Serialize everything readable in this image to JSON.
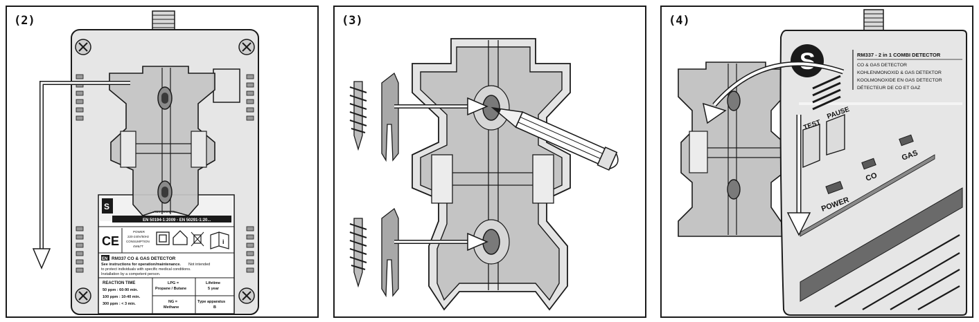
{
  "panels": [
    {
      "step": "(2)"
    },
    {
      "step": "(3)"
    },
    {
      "step": "(4)"
    }
  ],
  "label_sticker": {
    "brand_logo": "S",
    "website": "...rlands, www.sm...",
    "standards": "EN 50194-1:2009 - EN 50291-1:20...",
    "ce_mark": "CE",
    "power_title": "POWER",
    "power_value": "220-240V/50Hz",
    "consumption_title": "CONSUMPTION",
    "consumption_value": "4W&7T",
    "lang_badge": "EN",
    "model_line": "RM337 CO & GAS DETECTOR",
    "instructions_bold": "See instructions for operation/maintenance.",
    "instructions_rest": " Not intended",
    "instructions_line2": "to protect individuals with specific medical conditions.",
    "instructions_line3": "Installation by a competent person.",
    "reaction_title": "REACTION TIME",
    "reaction_rows": [
      "50  ppm : 60-90  min.",
      "100 ppm : 10-40  min.",
      "300 ppm : < 3      min."
    ],
    "lpg_line1": "LPG =",
    "lpg_line2": "Propane / Butane",
    "ng_line1": "NG =",
    "ng_line2": "Methane",
    "lifetime_line1": "Lifetime",
    "lifetime_line2": "5 year",
    "type_line1": "Type apparatus",
    "type_line2": "B"
  },
  "front_panel": {
    "logo": "S",
    "title": "RM337 - 2 in 1 COMBI DETECTOR",
    "lines": [
      "CO & GAS DETECTOR",
      "KOHLENMONOXID & GAS DETEKTOR",
      "KOOLMONOXIDE EN GAS DETECTOR",
      "DÉTECTEUR DE CO ET GAZ"
    ],
    "test_label": "TEST",
    "pause_label": "PAUSE",
    "co_label": "CO",
    "gas_label": "GAS",
    "power_label": "POWER"
  },
  "colors": {
    "outline": "#1a1a1a",
    "housing": "#e6e6e6",
    "bracket": "#c4c4c4",
    "arrow_fill": "#ffffff"
  }
}
